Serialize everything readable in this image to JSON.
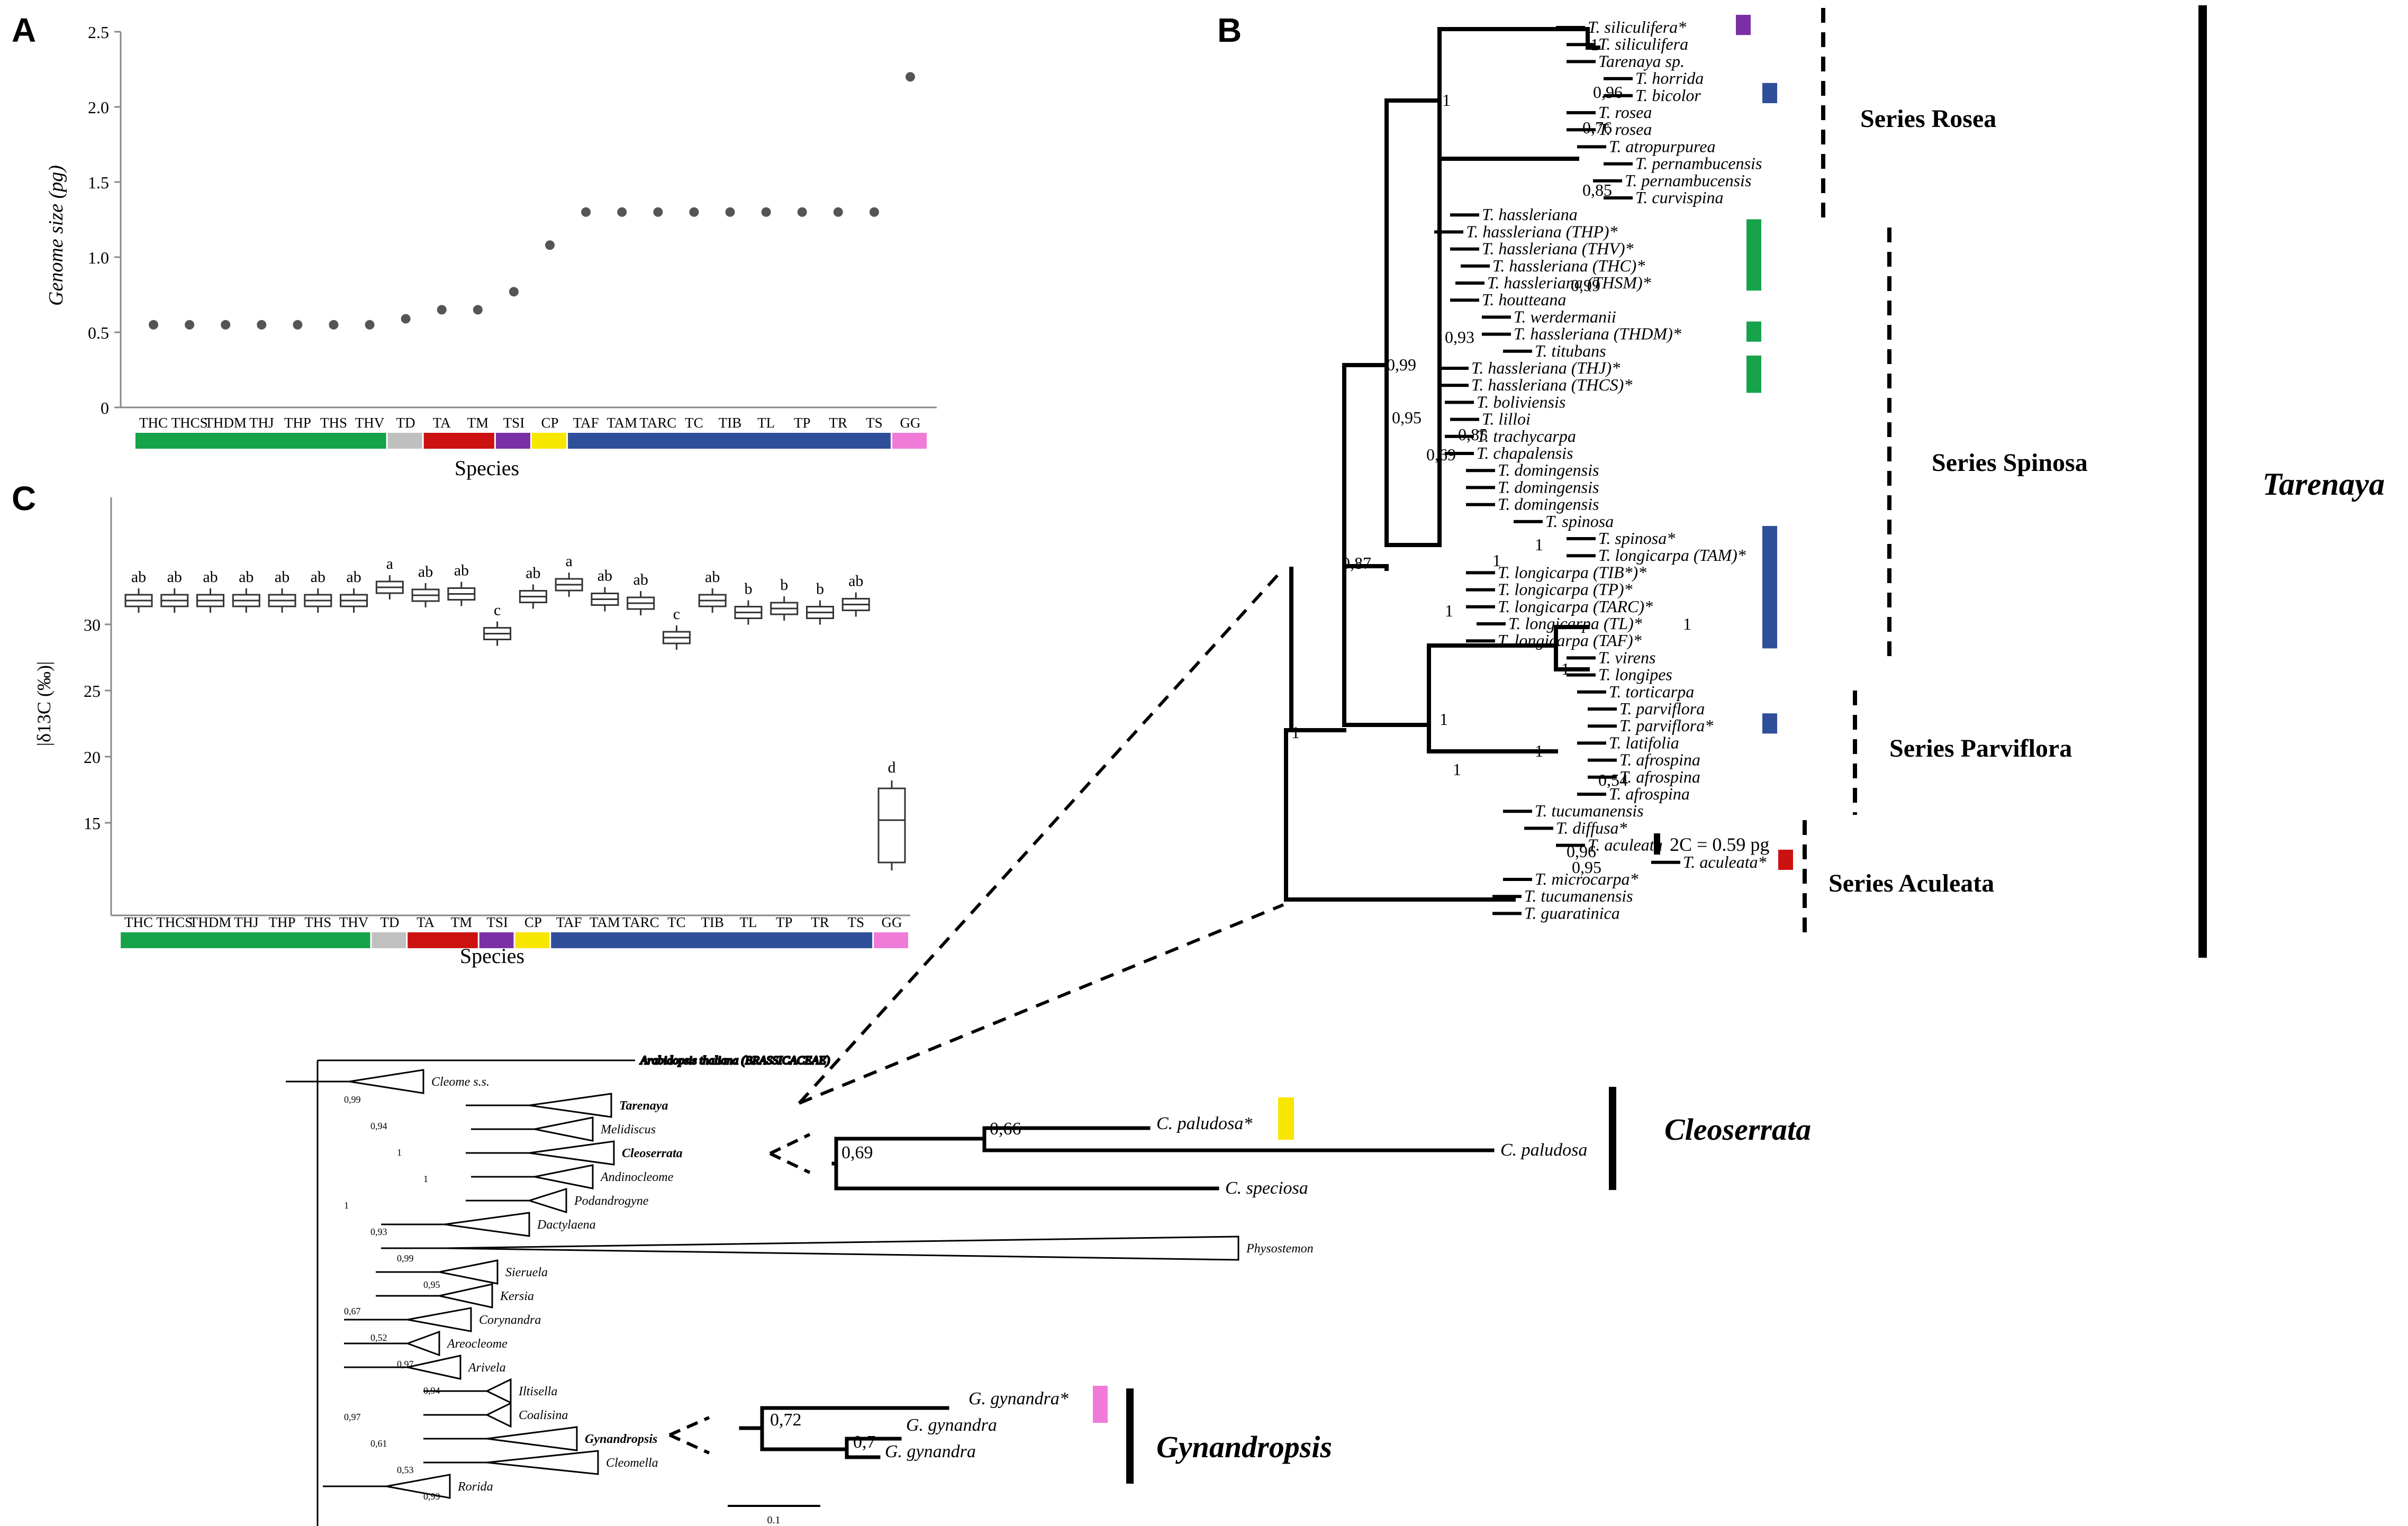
{
  "colors": {
    "green": "#16a34a",
    "gray": "#c0c0c0",
    "red": "#cc1111",
    "purple": "#7b2fa6",
    "yellow": "#f7e600",
    "blue": "#2f4f9a",
    "pink": "#f07ad8"
  },
  "panel_a": {
    "letter": "A",
    "ylabel": "Genome size (pg)",
    "xlabel": "Species",
    "yticks": [
      "0",
      "0.5",
      "1.0",
      "1.5",
      "2.0",
      "2.5"
    ],
    "categories": [
      "THC",
      "THCS",
      "THDM",
      "THJ",
      "THP",
      "THS",
      "THV",
      "TD",
      "TA",
      "TM",
      "TSI",
      "CP",
      "TAF",
      "TAM",
      "TARC",
      "TC",
      "TIB",
      "TL",
      "TP",
      "TR",
      "TS",
      "GG"
    ],
    "values": [
      0.55,
      0.55,
      0.55,
      0.55,
      0.55,
      0.55,
      0.55,
      0.59,
      0.65,
      0.65,
      0.77,
      1.08,
      1.3,
      1.3,
      1.3,
      1.3,
      1.3,
      1.3,
      1.3,
      1.3,
      1.3,
      2.2
    ]
  },
  "panel_c": {
    "letter": "C",
    "ylabel": "|δ13C (‰)|",
    "xlabel": "Species",
    "yticks": [
      "15",
      "20",
      "25",
      "30"
    ],
    "categories": [
      "THC",
      "THCS",
      "THDM",
      "THJ",
      "THP",
      "THS",
      "THV",
      "TD",
      "TA",
      "TM",
      "TSI",
      "CP",
      "TAF",
      "TAM",
      "TARC",
      "TC",
      "TIB",
      "TL",
      "TP",
      "TR",
      "TS",
      "GG"
    ],
    "letters": [
      "ab",
      "ab",
      "ab",
      "ab",
      "ab",
      "ab",
      "ab",
      "a",
      "ab",
      "ab",
      "c",
      "ab",
      "a",
      "ab",
      "ab",
      "c",
      "ab",
      "b",
      "b",
      "b",
      "ab",
      "d"
    ],
    "medians": [
      31.8,
      31.8,
      31.8,
      31.8,
      31.8,
      31.8,
      31.8,
      32.8,
      32.2,
      32.3,
      29.3,
      32.1,
      33.0,
      31.9,
      31.6,
      29.0,
      31.8,
      30.9,
      31.2,
      30.9,
      31.5,
      15.2
    ]
  },
  "bands": [
    {
      "color": "green",
      "from": 0,
      "to": 6
    },
    {
      "color": "gray",
      "from": 7,
      "to": 7
    },
    {
      "color": "red",
      "from": 8,
      "to": 9
    },
    {
      "color": "purple",
      "from": 10,
      "to": 10
    },
    {
      "color": "yellow",
      "from": 11,
      "to": 11
    },
    {
      "color": "blue",
      "from": 12,
      "to": 20
    },
    {
      "color": "pink",
      "from": 21,
      "to": 21
    }
  ],
  "panel_b": {
    "letter": "B",
    "genus": "Tarenaya",
    "series": [
      "Series Rosea",
      "Series Spinosa",
      "Series Parviflora",
      "Series Aculeata"
    ],
    "support_values": [
      "1",
      "1",
      "0,96",
      "0,76",
      "0,85",
      "0,99",
      "0,99",
      "0,93",
      "0,95",
      "0,85",
      "0,69",
      "1",
      "1",
      "0,87",
      "1",
      "0,54",
      "1",
      "1",
      "1",
      "0,96",
      "0,95",
      "1",
      "1",
      "1"
    ],
    "note": "2C = 0.59 pg",
    "taxa": [
      {
        "name": "T. siliculifera*",
        "tag": "purple"
      },
      {
        "name": "T. siliculifera"
      },
      {
        "name": "Tarenaya sp."
      },
      {
        "name": "T. horrida"
      },
      {
        "name": "T. bicolor",
        "tag": "blue"
      },
      {
        "name": "T. rosea"
      },
      {
        "name": "T. rosea"
      },
      {
        "name": "T. atropurpurea"
      },
      {
        "name": "T. pernambucensis"
      },
      {
        "name": "T. pernambucensis"
      },
      {
        "name": "T. curvispina"
      },
      {
        "name": "T. hassleriana"
      },
      {
        "name": "T. hassleriana (THP)*",
        "tag": "green"
      },
      {
        "name": "T. hassleriana (THV)*",
        "tag": "green"
      },
      {
        "name": "T. hassleriana (THC)*",
        "tag": "green"
      },
      {
        "name": "T. hassleriana (THSM)*",
        "tag": "green"
      },
      {
        "name": "T. houtteana"
      },
      {
        "name": "T. werdermanii"
      },
      {
        "name": "T. hassleriana (THDM)*",
        "tag": "green"
      },
      {
        "name": "T. titubans"
      },
      {
        "name": "T. hassleriana (THJ)*",
        "tag": "green"
      },
      {
        "name": "T. hassleriana (THCS)*",
        "tag": "green"
      },
      {
        "name": "T. boliviensis"
      },
      {
        "name": "T. lilloi"
      },
      {
        "name": "T. trachycarpa"
      },
      {
        "name": "T. chapalensis"
      },
      {
        "name": "T. domingensis"
      },
      {
        "name": "T. domingensis"
      },
      {
        "name": "T. domingensis"
      },
      {
        "name": "T. spinosa"
      },
      {
        "name": "T. spinosa*",
        "tag": "blue"
      },
      {
        "name": "T. longicarpa (TAM)*",
        "tag": "blue"
      },
      {
        "name": "T. longicarpa (TIB*)*",
        "tag": "blue"
      },
      {
        "name": "T. longicarpa (TP)*",
        "tag": "blue"
      },
      {
        "name": "T. longicarpa (TARC)*",
        "tag": "blue"
      },
      {
        "name": "T. longicarpa (TL)*",
        "tag": "blue"
      },
      {
        "name": "T. longicarpa (TAF)*",
        "tag": "blue"
      },
      {
        "name": "T. virens"
      },
      {
        "name": "T. longipes"
      },
      {
        "name": "T. torticarpa"
      },
      {
        "name": "T. parviflora"
      },
      {
        "name": "T. parviflora*",
        "tag": "blue"
      },
      {
        "name": "T. latifolia"
      },
      {
        "name": "T. afrospina"
      },
      {
        "name": "T. afrospina"
      },
      {
        "name": "T. afrospina"
      },
      {
        "name": "T. tucumanensis"
      },
      {
        "name": "T. diffusa*"
      },
      {
        "name": "T. aculeata"
      },
      {
        "name": "T. aculeata*",
        "tag": "red"
      },
      {
        "name": "T. microcarpa*"
      },
      {
        "name": "T. tucumanensis"
      },
      {
        "name": "T. guaratinica"
      }
    ]
  },
  "family_tree": {
    "outgroup": "Arabidopsis thaliana (BRASSICACEAE)",
    "clades": [
      "Cleome s.s.",
      "Tarenaya",
      "Melidiscus",
      "Cleoserrata",
      "Andinocleome",
      "Podandrogyne",
      "Dactylaena",
      "Physostemon",
      "Sieruela",
      "Kersia",
      "Corynandra",
      "Areocleome",
      "Arivela",
      "Iltisella",
      "Coalisina",
      "Gynandropsis",
      "Cleomella",
      "Rorida"
    ],
    "support_values": [
      "0,99",
      "0,94",
      "1",
      "1",
      "1",
      "0,93",
      "0,99",
      "0,95",
      "0,67",
      "0,52",
      "0,97",
      "0,94",
      "0,97",
      "0,61",
      "0,53",
      "0,99"
    ],
    "scale_label": "0.1",
    "cleoserrata": {
      "genus": "Cleoserrata",
      "supports": [
        "0,69",
        "0,66"
      ],
      "taxa": [
        "C. paludosa*",
        "C. paludosa",
        "C. speciosa"
      ]
    },
    "gynandropsis": {
      "genus": "Gynandropsis",
      "supports": [
        "0,72",
        "0,7"
      ],
      "taxa": [
        "G. gynandra*",
        "G. gynandra",
        "G. gynandra"
      ]
    }
  }
}
